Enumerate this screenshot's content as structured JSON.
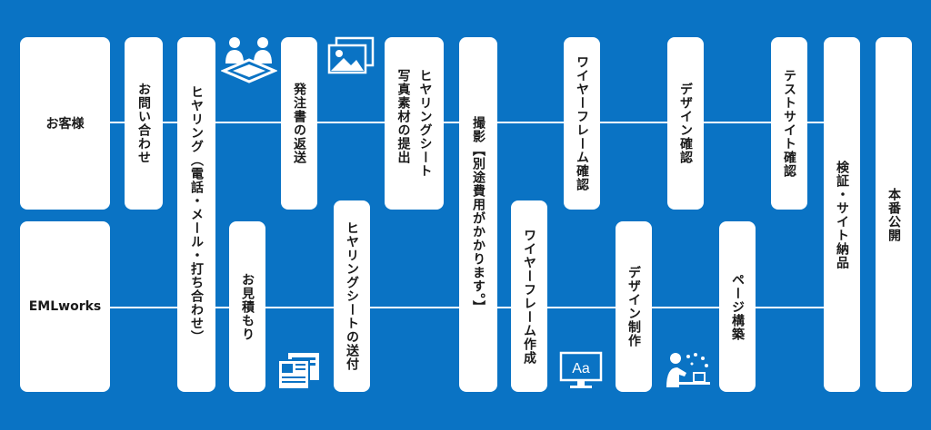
{
  "lanes": {
    "customer": "お客様",
    "eml": "EMLworks"
  },
  "steps": {
    "inquiry": "お問い合わせ",
    "hearing": "ヒヤリング（電話・メール・打ち合わせ）",
    "order": "発注書の返送",
    "sheet_submit_line1": "ヒヤリングシート",
    "sheet_submit_line2": "写真素材の提出",
    "photo_line1": "撮影",
    "photo_line2": "【別途費用がかかります。】",
    "wire_confirm": "ワイヤーフレーム確認",
    "design_confirm": "デザイン確認",
    "test_confirm": "テストサイト確認",
    "verify": "検証・サイト納品",
    "launch": "本番公開",
    "estimate": "お見積もり",
    "sheet_send": "ヒヤリングシートの送付",
    "wire_make": "ワイヤーフレーム作成",
    "design_make": "デザイン制作",
    "page_build": "ページ構築"
  },
  "icons": {
    "meeting": "meeting-icon",
    "photos": "photos-icon",
    "documents": "documents-icon",
    "font_monitor": "font-monitor-icon",
    "idea_person": "idea-person-icon"
  },
  "icon_text": {
    "font_sample": "Aa"
  },
  "colors": {
    "background": "#0a73c4",
    "card": "#ffffff",
    "text": "#1a1a1a"
  }
}
